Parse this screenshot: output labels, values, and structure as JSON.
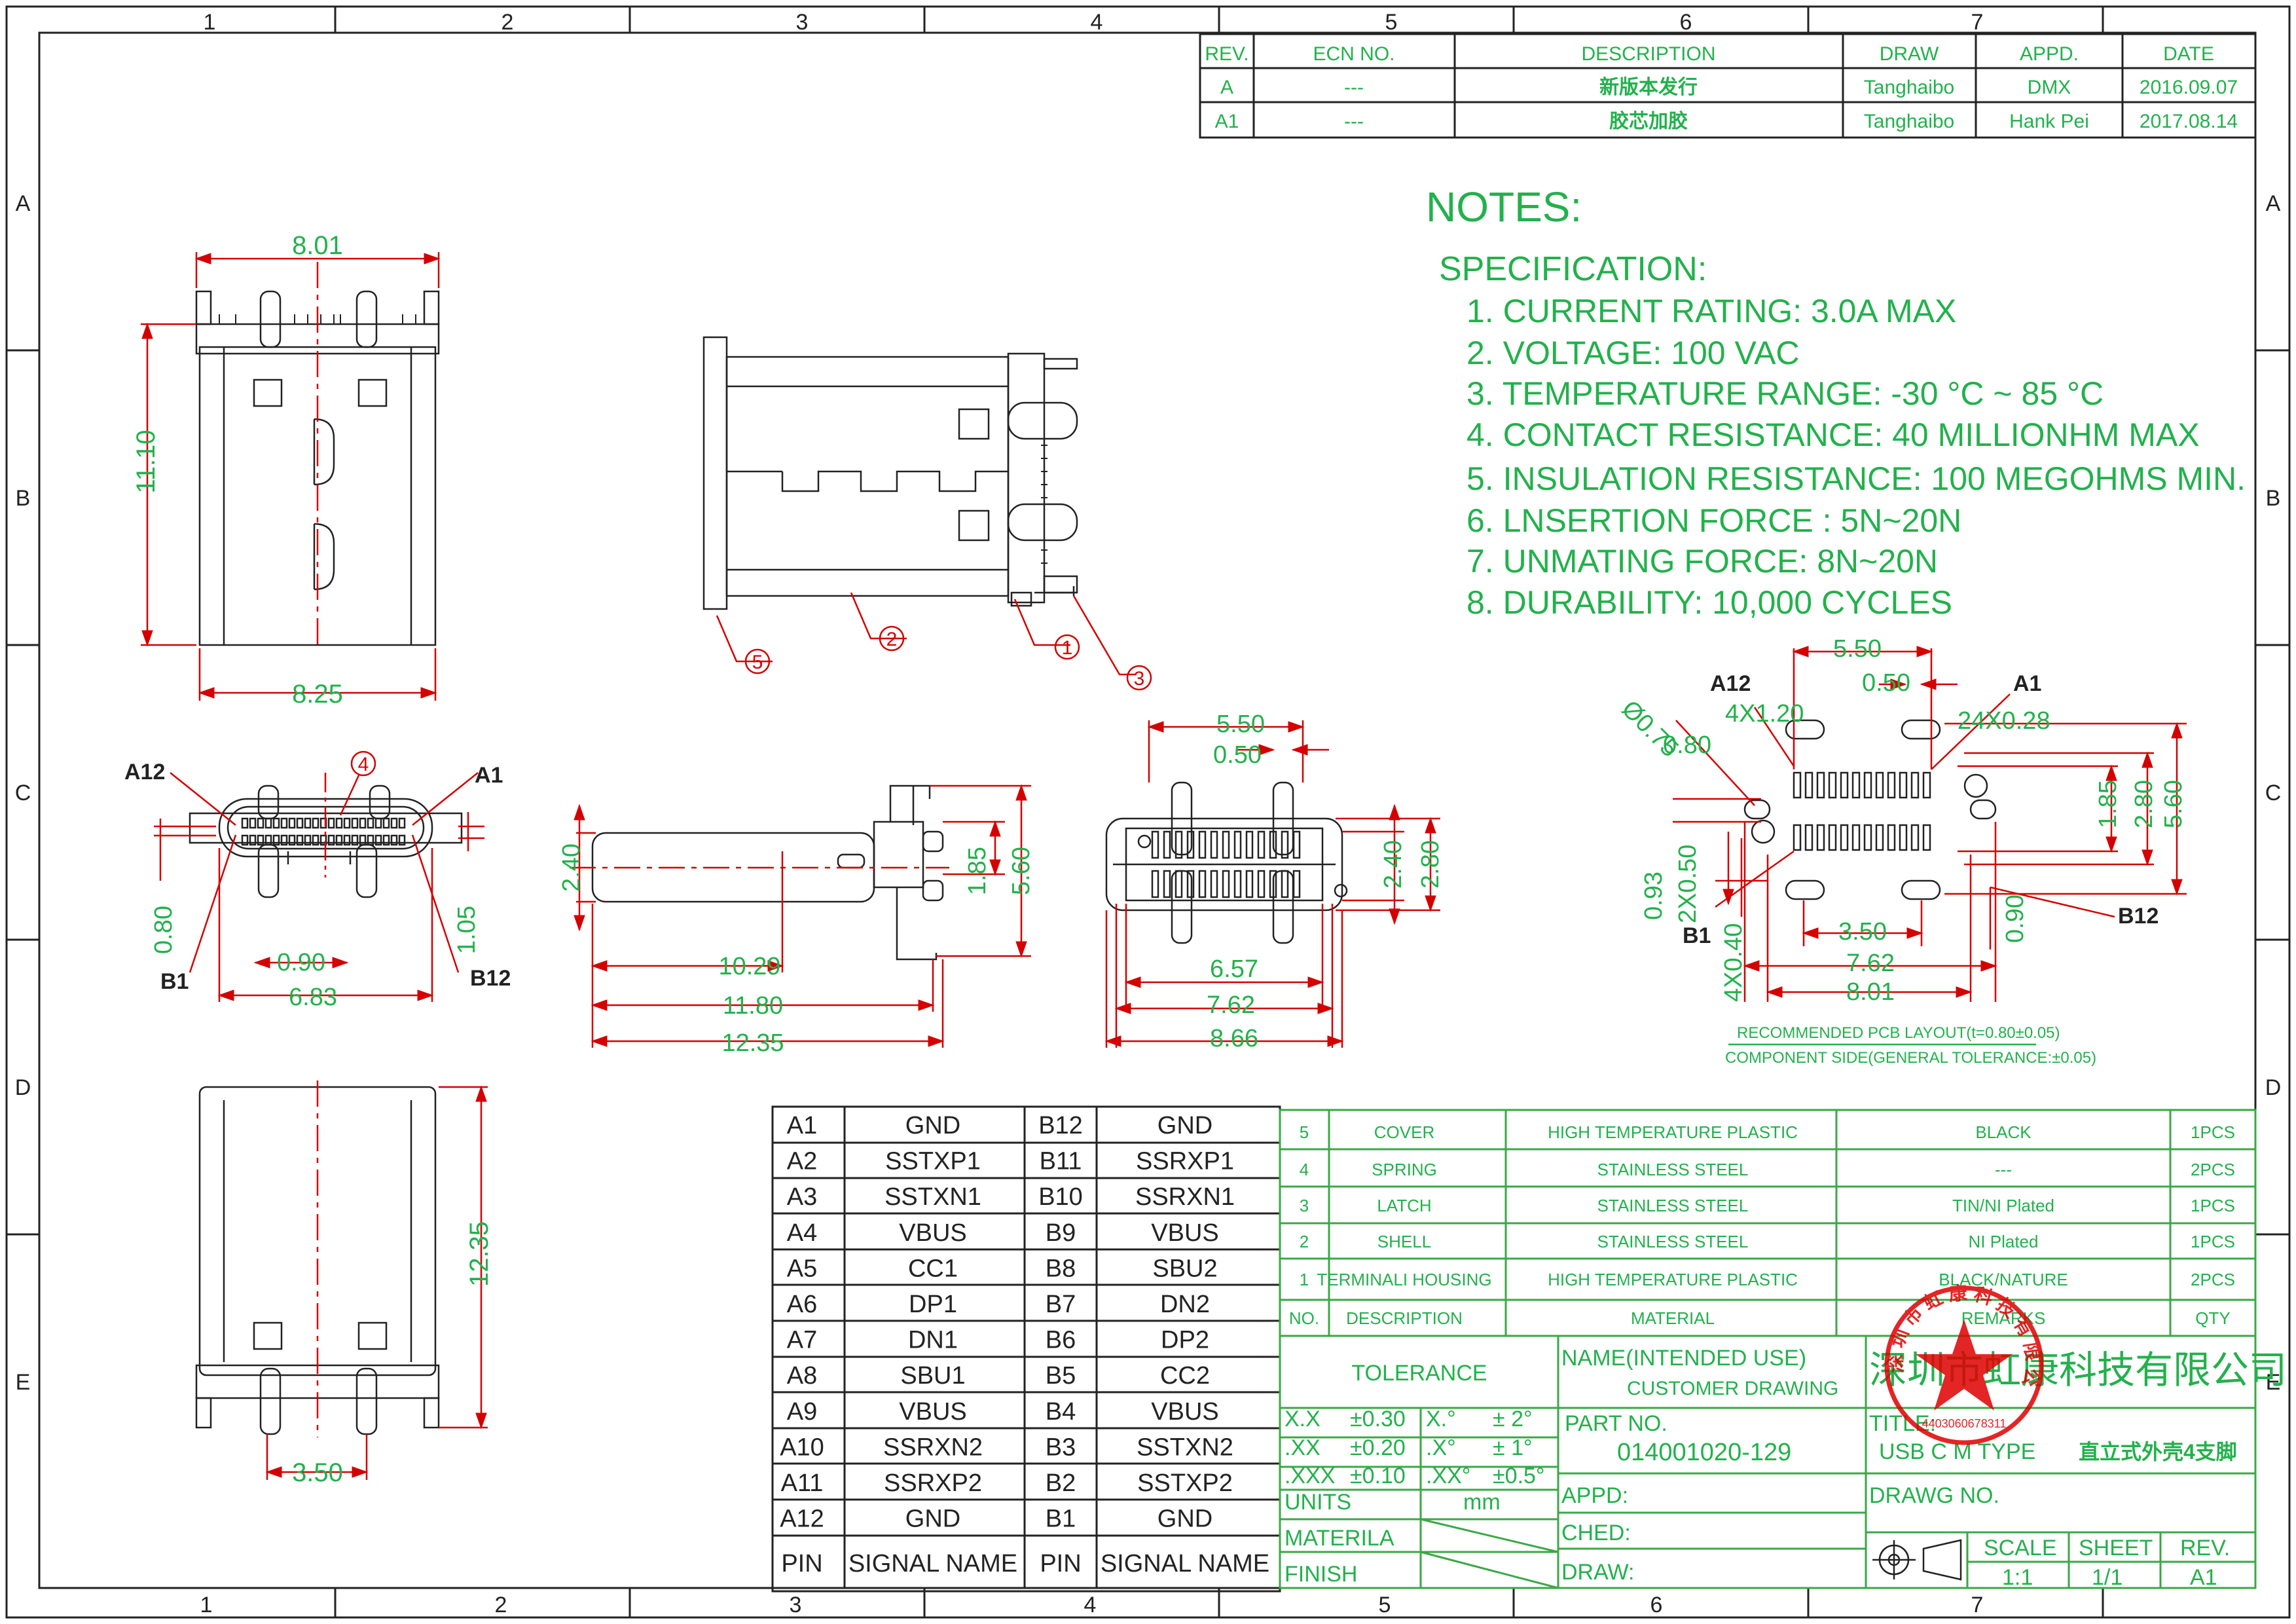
{
  "border": {
    "cols_top": [
      "1",
      "2",
      "3",
      "4",
      "5",
      "6",
      "7"
    ],
    "cols_bottom": [
      "1",
      "2",
      "3",
      "4",
      "5",
      "6",
      "7"
    ],
    "rows": [
      "A",
      "B",
      "C",
      "D",
      "E"
    ]
  },
  "revision": {
    "headers": [
      "REV.",
      "ECN NO.",
      "DESCRIPTION",
      "DRAW",
      "APPD.",
      "DATE"
    ],
    "rows": [
      [
        "A",
        "---",
        "新版本发行",
        "Tanghaibo",
        "DMX",
        "2016.09.07"
      ],
      [
        "A1",
        "---",
        "胶芯加胶",
        "Tanghaibo",
        "Hank Pei",
        "2017.08.14"
      ]
    ]
  },
  "notes": {
    "title": "NOTES:",
    "subtitle": "SPECIFICATION:",
    "items": [
      "1. CURRENT RATING: 3.0A MAX",
      "2. VOLTAGE: 100 VAC",
      "3. TEMPERATURE RANGE: -30 °C ~ 85 °C",
      "4. CONTACT RESISTANCE: 40 MILLIONHM MAX",
      "5. INSULATION RESISTANCE: 100 MEGOHMS MIN.",
      "6. LNSERTION FORCE : 5N~20N",
      "7. UNMATING FORCE: 8N~20N",
      "8. DURABILITY:  10,000 CYCLES"
    ]
  },
  "dimensions": {
    "top_width": "8.01",
    "top_height": "11.10",
    "top_bottom_width": "8.25",
    "front_a12": "A12",
    "front_a1": "A1",
    "front_b1": "B1",
    "front_b12": "B12",
    "front_balloon": "4",
    "front_080": "0.80",
    "front_090": "0.90",
    "front_105": "1.05",
    "front_683": "6.83",
    "side_balloons": [
      "5",
      "2",
      "1",
      "3"
    ],
    "side_240": "2.40",
    "side_185": "1.85",
    "side_560": "5.60",
    "side_1029": "10.29",
    "side_1180": "11.80",
    "side_1235": "12.35",
    "end_550": "5.50",
    "end_050": "0.50",
    "end_240": "2.40",
    "end_280": "2.80",
    "end_657": "6.57",
    "end_762": "7.62",
    "end_866": "8.66",
    "bottom_height": "12.35",
    "bottom_350": "3.50"
  },
  "pcb": {
    "a12": "A12",
    "a1": "A1",
    "b1": "B1",
    "b12": "B12",
    "d_550": "5.50",
    "d_050": "0.50",
    "d_4x120": "4X1.20",
    "d_24x028": "24X0.28",
    "d_phi075": "Ø0.75",
    "d_080": "0.80",
    "d_185": "1.85",
    "d_280": "2.80",
    "d_560": "5.60",
    "d_093": "0.93",
    "d_2x050": "2X0.50",
    "d_4x040": "4X0.40",
    "d_090": "0.90",
    "d_350": "3.50",
    "d_762": "7.62",
    "d_801": "8.01",
    "caption1": "RECOMMENDED PCB LAYOUT(t=0.80±0.05)",
    "caption2": "COMPONENT SIDE(GENERAL TOLERANCE:±0.05)"
  },
  "pins": {
    "headers": [
      "PIN",
      "SIGNAL NAME",
      "PIN",
      "SIGNAL NAME"
    ],
    "rows": [
      [
        "A1",
        "GND",
        "B12",
        "GND"
      ],
      [
        "A2",
        "SSTXP1",
        "B11",
        "SSRXP1"
      ],
      [
        "A3",
        "SSTXN1",
        "B10",
        "SSRXN1"
      ],
      [
        "A4",
        "VBUS",
        "B9",
        "VBUS"
      ],
      [
        "A5",
        "CC1",
        "B8",
        "SBU2"
      ],
      [
        "A6",
        "DP1",
        "B7",
        "DN2"
      ],
      [
        "A7",
        "DN1",
        "B6",
        "DP2"
      ],
      [
        "A8",
        "SBU1",
        "B5",
        "CC2"
      ],
      [
        "A9",
        "VBUS",
        "B4",
        "VBUS"
      ],
      [
        "A10",
        "SSRXN2",
        "B3",
        "SSTXN2"
      ],
      [
        "A11",
        "SSRXP2",
        "B2",
        "SSTXP2"
      ],
      [
        "A12",
        "GND",
        "B1",
        "GND"
      ]
    ]
  },
  "bom": {
    "headers": [
      "NO.",
      "DESCRIPTION",
      "MATERIAL",
      "REMARKS",
      "QTY"
    ],
    "rows": [
      [
        "5",
        "COVER",
        "HIGH TEMPERATURE PLASTIC",
        "BLACK",
        "1PCS"
      ],
      [
        "4",
        "SPRING",
        "STAINLESS STEEL",
        "---",
        "2PCS"
      ],
      [
        "3",
        "LATCH",
        "STAINLESS STEEL",
        "TIN/NI  Plated",
        "1PCS"
      ],
      [
        "2",
        "SHELL",
        "STAINLESS STEEL",
        "NI  Plated",
        "1PCS"
      ],
      [
        "1",
        "TERMINALI HOUSING",
        "HIGH TEMPERATURE PLASTIC",
        "BLACK/NATURE",
        "2PCS"
      ]
    ]
  },
  "title_block": {
    "tolerance": "TOLERANCE",
    "tol_rows": [
      [
        "X.X",
        "±0.30",
        "X.°",
        "±  2°"
      ],
      [
        ".XX",
        "±0.20",
        ".X°",
        "±  1°"
      ],
      [
        ".XXX",
        "±0.10",
        ".XX°",
        "±0.5°"
      ]
    ],
    "units_label": "UNITS",
    "units_value": "mm",
    "materila": "MATERILA",
    "finish": "FINISH",
    "name_label": "NAME(INTENDED  USE)",
    "name_value": "CUSTOMER  DRAWING",
    "part_label": "PART  NO.",
    "part_value": "014001020-129",
    "appd": "APPD:",
    "ched": "CHED:",
    "draw": "DRAW:",
    "company": "深圳市虹康科技有限公司",
    "title_label": "TITLE:",
    "title_value_en": "USB  C  M  TYPE",
    "title_value_cn": "直立式外壳4支脚",
    "drawg_no": "DRAWG  NO.",
    "scale_label": "SCALE",
    "scale_value": "1:1",
    "sheet_label": "SHEET",
    "sheet_value": "1/1",
    "rev_label": "REV.",
    "rev_value": "A1",
    "stamp_text": "深圳市虹康科技有限公司",
    "stamp_number": "4403060678311"
  },
  "colors": {
    "green_text": "#22b14c",
    "green_line": "#3aa845",
    "dimension_red": "#d40000",
    "ink": "#222222"
  }
}
